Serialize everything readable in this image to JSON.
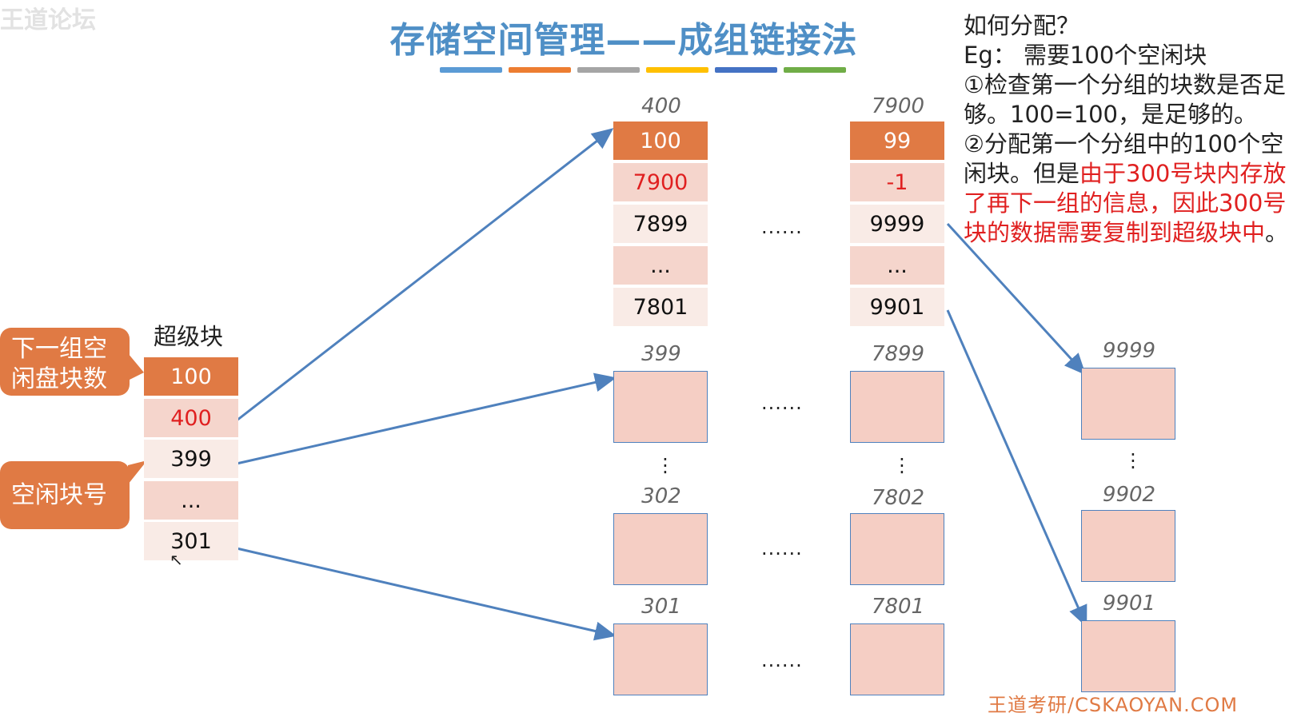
{
  "watermark": "王道论坛",
  "title": "存储空间管理——成组链接法",
  "title_bar_colors": [
    "#5b9bd5",
    "#ed7d31",
    "#a5a5a5",
    "#ffc000",
    "#4472c4",
    "#70ad47"
  ],
  "superblock": {
    "label": "超级块",
    "cells": [
      "100",
      "400",
      "399",
      "...",
      "301"
    ]
  },
  "callouts": {
    "next_group_count": "下一组空闲盘块数",
    "free_block_numbers": "空闲块号"
  },
  "groups": {
    "g400": {
      "label": "400",
      "cells": [
        "100",
        "7900",
        "7899",
        "...",
        "7801"
      ]
    },
    "g7900": {
      "label": "7900",
      "cells": [
        "99",
        "-1",
        "9999",
        "...",
        "9901"
      ]
    }
  },
  "block_labels": {
    "col1": [
      "399",
      "302",
      "301"
    ],
    "col2": [
      "7899",
      "7802",
      "7801"
    ],
    "col3": [
      "9999",
      "9902",
      "9901"
    ]
  },
  "ellipsis_h": "......",
  "ellipsis_v": "⋮",
  "notes": {
    "line1": "如何分配？",
    "line2": "Eg： 需要100个空闲块",
    "line3": "①检查第一个分组的块数是否足够。100=100，是足够的。",
    "line4_black": "②分配第一个分组中的100个空闲块。但是",
    "line4_red": "由于300号块内存放了再下一组的信息，因此300号块的数据需要复制到超级块中",
    "line4_end": "。"
  },
  "footer": "王道考研/CSKAOYAN.COM",
  "colors": {
    "accent_orange": "#e07a44",
    "pink": "#f5d5cc",
    "arrow_blue": "#4f81bd",
    "red_text": "#e02020"
  }
}
